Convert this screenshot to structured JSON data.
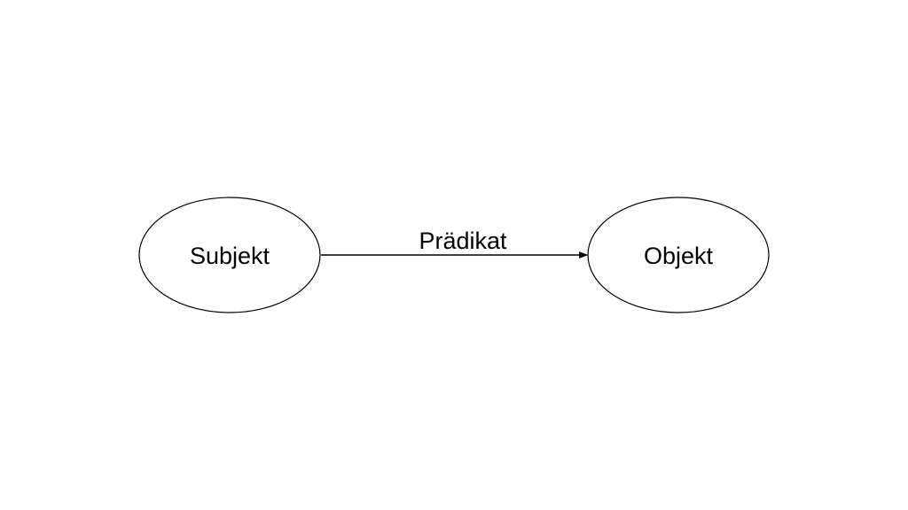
{
  "diagram": {
    "nodes": [
      {
        "id": "subject",
        "label": "Subjekt"
      },
      {
        "id": "object",
        "label": "Objekt"
      }
    ],
    "edges": [
      {
        "from": "subject",
        "to": "object",
        "label": "Prädikat"
      }
    ],
    "colors": {
      "stroke": "#000000",
      "fill": "#ffffff",
      "background": "#ffffff"
    }
  }
}
